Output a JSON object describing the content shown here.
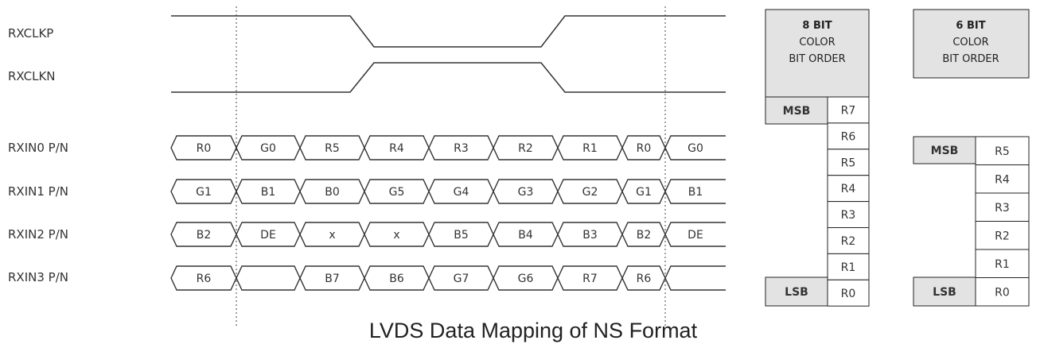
{
  "timing": {
    "signals": [
      "RXCLKP",
      "RXCLKN",
      "RXIN0 P/N",
      "RXIN1 P/N",
      "RXIN2 P/N",
      "RXIN3 P/N"
    ],
    "lanes": [
      [
        "R0",
        "G0",
        "R5",
        "R4",
        "R3",
        "R2",
        "R1",
        "R0",
        "G0"
      ],
      [
        "G1",
        "B1",
        "B0",
        "G5",
        "G4",
        "G3",
        "G2",
        "G1",
        "B1"
      ],
      [
        "B2",
        "DE",
        "x",
        "x",
        "B5",
        "B4",
        "B3",
        "B2",
        "DE"
      ],
      [
        "R6",
        "",
        "B7",
        "B6",
        "G7",
        "G6",
        "R7",
        "R6",
        ""
      ]
    ]
  },
  "table8": {
    "title": [
      "8 BIT",
      "COLOR",
      "BIT ORDER"
    ],
    "msb": "MSB",
    "lsb": "LSB",
    "bits": [
      "R7",
      "R6",
      "R5",
      "R4",
      "R3",
      "R2",
      "R1",
      "R0"
    ]
  },
  "table6": {
    "title": [
      "6 BIT",
      "COLOR",
      "BIT ORDER"
    ],
    "msb": "MSB",
    "lsb": "LSB",
    "bits": [
      "R5",
      "R4",
      "R3",
      "R2",
      "R1",
      "R0"
    ]
  },
  "caption": "LVDS Data Mapping of NS Format"
}
